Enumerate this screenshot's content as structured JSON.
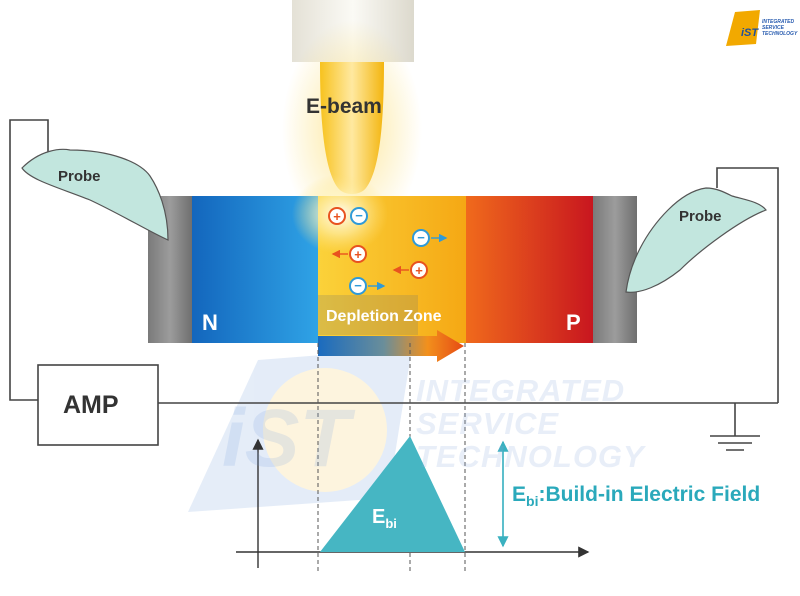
{
  "beam_label": "E-beam",
  "probe_left_label": "Probe",
  "probe_right_label": "Probe",
  "n_label": "N",
  "p_label": "P",
  "depletion_label": "Depletion Zone",
  "amp_label": "AMP",
  "field_label_main": "E",
  "field_label_sub": "bi",
  "field_label_rest": ":Build-in Electric Field",
  "triangle_label_main": "E",
  "triangle_label_sub": "bi",
  "logo": {
    "mark": "iST",
    "lines": [
      "INTEGRATED",
      "SERVICE",
      "TECHNOLOGY"
    ]
  },
  "watermark": {
    "mark": "iST",
    "lines": [
      "INTEGRATED",
      "SERVICE",
      "TECHNOLOGY"
    ]
  },
  "colors": {
    "n_region": "#1b7fd0",
    "p_region": "#d42a22",
    "depletion": "#f7b81a",
    "probe": "#bfe3dc",
    "field": "#4ab8c4",
    "field_text": "#2aa9bb",
    "hole": "#e8521f",
    "electron": "#2f9ad8",
    "logo": "#f2a900"
  }
}
